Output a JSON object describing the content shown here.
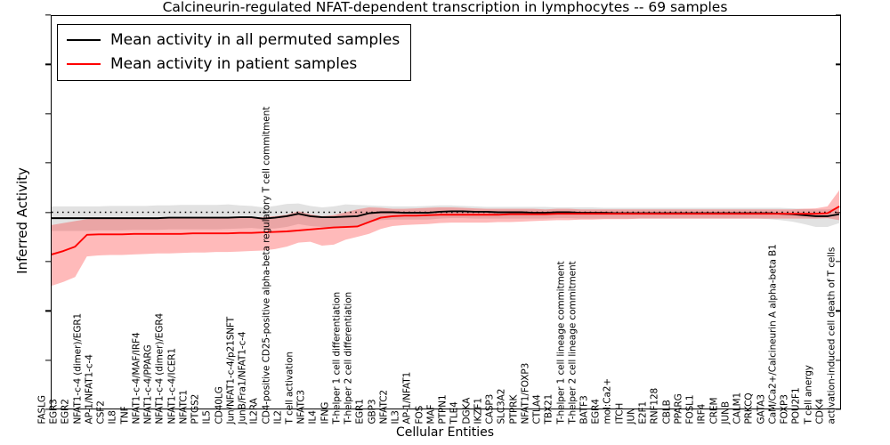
{
  "chart_data": {
    "type": "line",
    "title": "Calcineurin-regulated NFAT-dependent transcription in lymphocytes -- 69 samples",
    "xlabel": "Cellular Entities",
    "ylabel": "Inferred Activity",
    "ylim": [
      -4,
      4
    ],
    "yticks": [
      4,
      3,
      2,
      1,
      0,
      -1,
      -2,
      -3,
      -4
    ],
    "grid": false,
    "legend_position": "upper-left",
    "zero_line": true,
    "categories": [
      "FASLG",
      "EGR3",
      "EGR2",
      "NFAT1-c-4 (dimer)/EGR1",
      "AP-1/NFAT1-c-4",
      "CSF2",
      "IL8",
      "TNF",
      "NFAT1-c-4/MAF/IRF4",
      "NFAT1-c-4/PPARG",
      "NFAT1-c-4 (dimer)/EGR4",
      "NFAT1-c-4/ICER1",
      "NFATC1",
      "PTGS2",
      "IL5",
      "CD40LG",
      "Jun/NFAT1-c-4/p21SNFT",
      "JunB/Fra1/NFAT1-c-4",
      "IL2RA",
      "CD4-positive CD25-positive alpha-beta regulatory T cell commitment",
      "IL2",
      "T cell activation",
      "NFATC3",
      "IL4",
      "IFNG",
      "T-helper 1 cell differentiation",
      "T-helper 2 cell differentiation",
      "EGR1",
      "GBP3",
      "NFATC2",
      "IL3",
      "AP-1/NFAT1",
      "FOS",
      "MAF",
      "PTPN1",
      "TLE4",
      "DGKA",
      "IKZF1",
      "CASP3",
      "SLC3A2",
      "PTPRK",
      "NFAT1/FOXP3",
      "CTLA4",
      "TBX21",
      "T-helper 1 cell lineage commitment",
      "T-helper 2 cell lineage commitment",
      "BATF3",
      "EGR4",
      "mol:Ca2+",
      "ITCH",
      "JUN",
      "E2F1",
      "RNF128",
      "CBLB",
      "PPARG",
      "FOSL1",
      "IRF4",
      "CREM",
      "JUNB",
      "CALM1",
      "PRKCQ",
      "GATA3",
      "CaM/Ca2+/Calcineurin A alpha-beta B1",
      "FOXP3",
      "POU2F1",
      "T cell anergy",
      "CDK4",
      "activation-induced cell death of T cells"
    ],
    "series": [
      {
        "name": "Mean activity in all permuted samples",
        "color": "#000000",
        "values": [
          -0.12,
          -0.12,
          -0.12,
          -0.12,
          -0.12,
          -0.12,
          -0.12,
          -0.12,
          -0.12,
          -0.12,
          -0.11,
          -0.11,
          -0.11,
          -0.11,
          -0.11,
          -0.11,
          -0.1,
          -0.1,
          -0.13,
          -0.11,
          -0.08,
          -0.03,
          -0.08,
          -0.1,
          -0.1,
          -0.09,
          -0.08,
          -0.02,
          0.0,
          0.0,
          -0.01,
          -0.01,
          -0.01,
          0.01,
          0.02,
          0.02,
          0.01,
          0.01,
          0.0,
          0.0,
          0.0,
          -0.01,
          -0.01,
          0.0,
          0.0,
          -0.01,
          -0.01,
          -0.01,
          -0.02,
          -0.02,
          -0.02,
          -0.02,
          -0.02,
          -0.02,
          -0.02,
          -0.02,
          -0.02,
          -0.02,
          -0.02,
          -0.02,
          -0.02,
          -0.02,
          -0.03,
          -0.04,
          -0.06,
          -0.08,
          -0.08,
          -0.04,
          -0.01
        ],
        "band_upper": [
          0.12,
          0.12,
          0.12,
          0.12,
          0.12,
          0.13,
          0.13,
          0.13,
          0.13,
          0.14,
          0.14,
          0.15,
          0.15,
          0.15,
          0.15,
          0.16,
          0.14,
          0.13,
          0.1,
          0.13,
          0.17,
          0.18,
          0.13,
          0.1,
          0.12,
          0.16,
          0.15,
          0.14,
          0.13,
          0.12,
          0.12,
          0.12,
          0.13,
          0.14,
          0.14,
          0.13,
          0.12,
          0.11,
          0.11,
          0.11,
          0.11,
          0.11,
          0.11,
          0.1,
          0.1,
          0.1,
          0.1,
          0.09,
          0.09,
          0.09,
          0.09,
          0.09,
          0.09,
          0.09,
          0.09,
          0.09,
          0.09,
          0.09,
          0.09,
          0.09,
          0.09,
          0.09,
          0.09,
          0.08,
          0.07,
          0.06,
          0.06,
          0.09,
          0.12
        ],
        "band_lower": [
          -0.38,
          -0.38,
          -0.38,
          -0.38,
          -0.37,
          -0.37,
          -0.37,
          -0.36,
          -0.36,
          -0.36,
          -0.35,
          -0.35,
          -0.35,
          -0.35,
          -0.35,
          -0.34,
          -0.33,
          -0.32,
          -0.34,
          -0.33,
          -0.3,
          -0.24,
          -0.28,
          -0.3,
          -0.31,
          -0.31,
          -0.29,
          -0.2,
          -0.16,
          -0.15,
          -0.15,
          -0.15,
          -0.15,
          -0.13,
          -0.12,
          -0.12,
          -0.13,
          -0.13,
          -0.13,
          -0.13,
          -0.13,
          -0.13,
          -0.13,
          -0.12,
          -0.12,
          -0.13,
          -0.13,
          -0.13,
          -0.13,
          -0.13,
          -0.13,
          -0.13,
          -0.13,
          -0.13,
          -0.13,
          -0.13,
          -0.13,
          -0.13,
          -0.13,
          -0.13,
          -0.13,
          -0.14,
          -0.16,
          -0.19,
          -0.24,
          -0.3,
          -0.3,
          -0.22,
          -0.14
        ]
      },
      {
        "name": "Mean activity in patient samples",
        "color": "#ff0000",
        "values": [
          -0.86,
          -0.79,
          -0.7,
          -0.46,
          -0.45,
          -0.45,
          -0.45,
          -0.44,
          -0.44,
          -0.44,
          -0.44,
          -0.44,
          -0.43,
          -0.43,
          -0.43,
          -0.43,
          -0.42,
          -0.42,
          -0.41,
          -0.4,
          -0.39,
          -0.37,
          -0.35,
          -0.33,
          -0.31,
          -0.3,
          -0.29,
          -0.2,
          -0.11,
          -0.08,
          -0.07,
          -0.07,
          -0.06,
          -0.05,
          -0.05,
          -0.05,
          -0.05,
          -0.05,
          -0.05,
          -0.04,
          -0.04,
          -0.04,
          -0.04,
          -0.03,
          -0.03,
          -0.03,
          -0.03,
          -0.03,
          -0.03,
          -0.03,
          -0.03,
          -0.03,
          -0.03,
          -0.03,
          -0.03,
          -0.03,
          -0.03,
          -0.03,
          -0.03,
          -0.03,
          -0.03,
          -0.03,
          -0.03,
          -0.03,
          -0.03,
          -0.03,
          -0.02,
          0.12,
          0.36
        ],
        "band_upper": [
          -0.26,
          -0.22,
          -0.18,
          -0.14,
          -0.13,
          -0.13,
          -0.13,
          -0.13,
          -0.12,
          -0.12,
          -0.12,
          -0.12,
          -0.12,
          -0.11,
          -0.11,
          -0.11,
          -0.11,
          -0.1,
          -0.1,
          -0.08,
          -0.05,
          0.02,
          -0.04,
          -0.08,
          -0.06,
          0.0,
          0.06,
          0.1,
          0.09,
          0.07,
          0.07,
          0.08,
          0.09,
          0.1,
          0.1,
          0.09,
          0.08,
          0.07,
          0.07,
          0.07,
          0.07,
          0.07,
          0.06,
          0.07,
          0.07,
          0.06,
          0.06,
          0.06,
          0.06,
          0.06,
          0.06,
          0.06,
          0.06,
          0.06,
          0.06,
          0.06,
          0.06,
          0.06,
          0.06,
          0.06,
          0.06,
          0.06,
          0.06,
          0.06,
          0.07,
          0.08,
          0.12,
          0.45,
          0.92
        ],
        "band_lower": [
          -1.5,
          -1.42,
          -1.32,
          -0.9,
          -0.88,
          -0.87,
          -0.87,
          -0.86,
          -0.85,
          -0.84,
          -0.84,
          -0.83,
          -0.82,
          -0.82,
          -0.81,
          -0.81,
          -0.8,
          -0.79,
          -0.78,
          -0.75,
          -0.7,
          -0.62,
          -0.6,
          -0.68,
          -0.66,
          -0.56,
          -0.5,
          -0.44,
          -0.34,
          -0.28,
          -0.26,
          -0.25,
          -0.24,
          -0.22,
          -0.21,
          -0.21,
          -0.21,
          -0.21,
          -0.2,
          -0.2,
          -0.19,
          -0.18,
          -0.17,
          -0.16,
          -0.16,
          -0.15,
          -0.15,
          -0.14,
          -0.14,
          -0.14,
          -0.13,
          -0.13,
          -0.13,
          -0.13,
          -0.13,
          -0.13,
          -0.13,
          -0.13,
          -0.13,
          -0.13,
          -0.13,
          -0.13,
          -0.13,
          -0.13,
          -0.13,
          -0.13,
          -0.12,
          -0.16,
          -0.14
        ]
      }
    ]
  },
  "legend": {
    "items": [
      {
        "label": "Mean activity in all permuted samples",
        "color": "#000000"
      },
      {
        "label": "Mean activity in patient samples",
        "color": "#ff0000"
      }
    ]
  }
}
